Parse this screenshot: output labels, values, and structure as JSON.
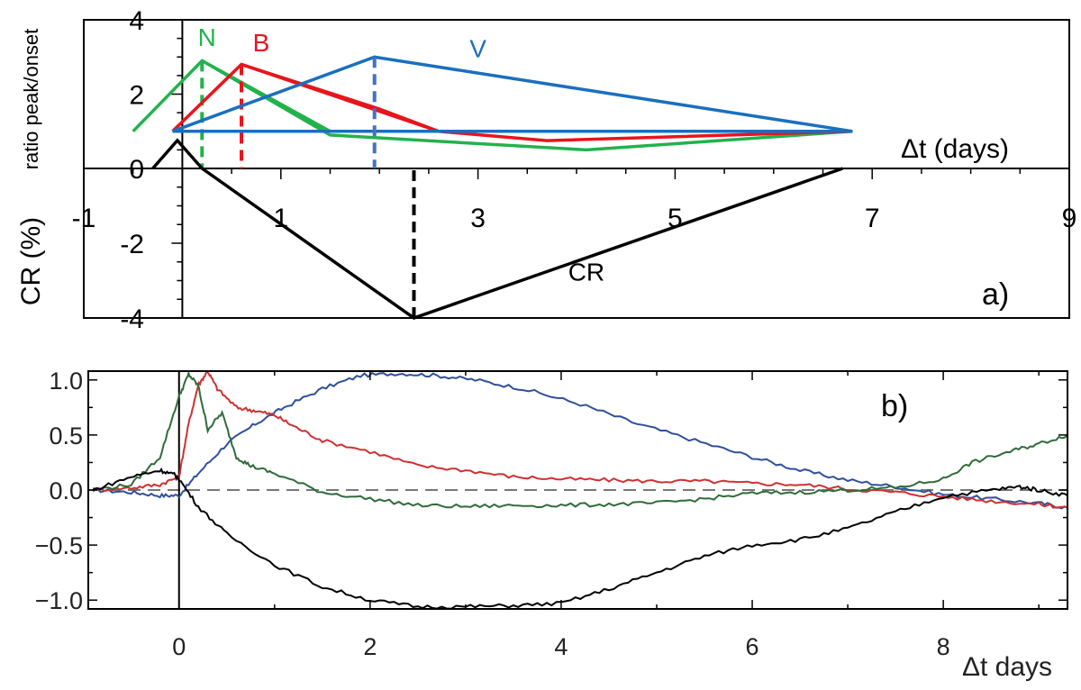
{
  "chart_data": [
    {
      "panel_label": "a)",
      "type": "line",
      "x_axis": {
        "label": "Δt (days)",
        "range": [
          -1,
          9
        ],
        "tick_labels": [
          "-1",
          "1",
          "3",
          "5",
          "7",
          "9"
        ],
        "tick_values": [
          -1,
          1,
          3,
          5,
          7,
          9
        ]
      },
      "y_axis_upper": {
        "label": "ratio peak/onset",
        "range": [
          0,
          4
        ],
        "tick_labels": [
          "0",
          "2",
          "4"
        ],
        "tick_values": [
          0,
          2,
          4
        ]
      },
      "y_axis_lower": {
        "label": "CR (%)",
        "range": [
          -4,
          0
        ],
        "tick_labels": [
          "-2",
          "-4"
        ],
        "tick_values": [
          -2,
          -4
        ]
      },
      "series": [
        {
          "name": "N",
          "color": "#22b24c",
          "axis": "upper",
          "x": [
            -0.5,
            0.2,
            1.5,
            6.8
          ],
          "y": [
            1.0,
            2.9,
            1.0,
            1.0
          ],
          "x2": [
            0.2,
            1.5,
            4.1,
            6.8
          ],
          "y2": [
            2.9,
            0.9,
            0.5,
            1.0
          ],
          "peak_x": 0.2
        },
        {
          "name": "B",
          "color": "#e8141c",
          "axis": "upper",
          "x": [
            -0.1,
            0.6,
            2.6,
            6.8
          ],
          "y": [
            1.0,
            2.8,
            1.0,
            1.0
          ],
          "x2": [
            0.6,
            2.0,
            2.6,
            3.7,
            6.8
          ],
          "y2": [
            2.8,
            1.6,
            1.0,
            0.75,
            1.0
          ],
          "peak_x": 0.6
        },
        {
          "name": "V",
          "color": "#1a6fbe",
          "axis": "upper",
          "x": [
            -0.1,
            6.8
          ],
          "y": [
            1.0,
            1.0
          ],
          "x2": [
            -0.1,
            1.95,
            6.8
          ],
          "y2": [
            1.0,
            3.0,
            1.0
          ],
          "peak_x": 1.95
        },
        {
          "name": "CR",
          "color": "#000000",
          "axis": "lower",
          "x": [
            -0.3,
            -0.05,
            0.2,
            2.35,
            6.7
          ],
          "y": [
            0.0,
            0.75,
            0.0,
            -4.0,
            0.0
          ],
          "peak_x": 2.35
        }
      ]
    },
    {
      "panel_label": "b)",
      "type": "line",
      "x_axis": {
        "label": "Δt days",
        "range": [
          -0.95,
          9.3
        ],
        "tick_labels": [
          "0",
          "2",
          "4",
          "6",
          "8"
        ],
        "tick_values": [
          0,
          2,
          4,
          6,
          8
        ]
      },
      "y_axis": {
        "range": [
          -1.08,
          1.08
        ],
        "tick_labels": [
          "1.0",
          "0.5",
          "0.0",
          "−0.5",
          "−1.0"
        ],
        "tick_values": [
          1.0,
          0.5,
          0.0,
          -0.5,
          -1.0
        ]
      },
      "reference_line": {
        "y": 0.0,
        "style": "dashed",
        "color": "#777777"
      },
      "vertical_line": {
        "x": 0.0
      },
      "series": [
        {
          "color": "#2f4f9a",
          "x": [
            -0.9,
            -0.5,
            -0.2,
            0.0,
            0.2,
            0.5,
            0.8,
            1.1,
            1.5,
            1.9,
            2.3,
            2.7,
            3.1,
            3.6,
            4.2,
            4.8,
            5.4,
            6.0,
            6.5,
            7.0,
            7.5,
            8.0,
            8.5,
            9.0,
            9.3
          ],
          "y": [
            0.0,
            -0.02,
            -0.05,
            -0.05,
            0.15,
            0.42,
            0.6,
            0.75,
            0.92,
            1.04,
            1.06,
            1.04,
            1.0,
            0.92,
            0.78,
            0.6,
            0.45,
            0.3,
            0.18,
            0.09,
            0.03,
            -0.04,
            -0.08,
            -0.12,
            -0.16
          ]
        },
        {
          "color": "#d03030",
          "x": [
            -0.9,
            -0.5,
            -0.2,
            0.0,
            0.1,
            0.2,
            0.3,
            0.4,
            0.6,
            0.8,
            1.0,
            1.2,
            1.5,
            2.0,
            2.5,
            3.0,
            3.5,
            4.0,
            4.5,
            5.0,
            5.5,
            6.0,
            6.5,
            7.0,
            7.5,
            8.0,
            8.5,
            9.0,
            9.3
          ],
          "y": [
            0.0,
            0.02,
            0.05,
            0.12,
            0.6,
            0.95,
            1.08,
            0.92,
            0.75,
            0.72,
            0.68,
            0.58,
            0.45,
            0.35,
            0.22,
            0.18,
            0.12,
            0.1,
            0.09,
            0.08,
            0.08,
            0.06,
            0.05,
            0.01,
            -0.02,
            -0.06,
            -0.1,
            -0.13,
            -0.16
          ]
        },
        {
          "color": "#2f6b3a",
          "x": [
            -0.9,
            -0.5,
            -0.2,
            0.0,
            0.1,
            0.2,
            0.3,
            0.45,
            0.6,
            0.75,
            1.0,
            1.5,
            2.0,
            2.5,
            3.0,
            3.5,
            4.0,
            4.5,
            5.0,
            5.5,
            6.0,
            6.5,
            7.0,
            7.5,
            8.0,
            8.3,
            8.7,
            9.0,
            9.3
          ],
          "y": [
            0.0,
            0.05,
            0.3,
            0.85,
            1.05,
            0.95,
            0.55,
            0.7,
            0.3,
            0.22,
            0.15,
            -0.02,
            -0.08,
            -0.14,
            -0.15,
            -0.14,
            -0.14,
            -0.13,
            -0.12,
            -0.08,
            -0.03,
            -0.02,
            0.0,
            0.02,
            0.1,
            0.25,
            0.35,
            0.42,
            0.5
          ]
        },
        {
          "color": "#000000",
          "x": [
            -0.9,
            -0.5,
            -0.2,
            -0.05,
            0.0,
            0.2,
            0.5,
            1.0,
            1.5,
            2.0,
            2.5,
            3.0,
            3.5,
            4.0,
            4.5,
            5.0,
            5.5,
            6.0,
            6.5,
            7.0,
            7.5,
            8.0,
            8.5,
            8.8,
            9.0,
            9.3
          ],
          "y": [
            0.0,
            0.12,
            0.18,
            0.14,
            0.1,
            -0.15,
            -0.4,
            -0.68,
            -0.88,
            -1.0,
            -1.06,
            -1.06,
            -1.05,
            -1.03,
            -0.9,
            -0.75,
            -0.6,
            -0.5,
            -0.45,
            -0.35,
            -0.2,
            -0.06,
            0.0,
            0.03,
            0.0,
            -0.05
          ]
        }
      ]
    }
  ]
}
